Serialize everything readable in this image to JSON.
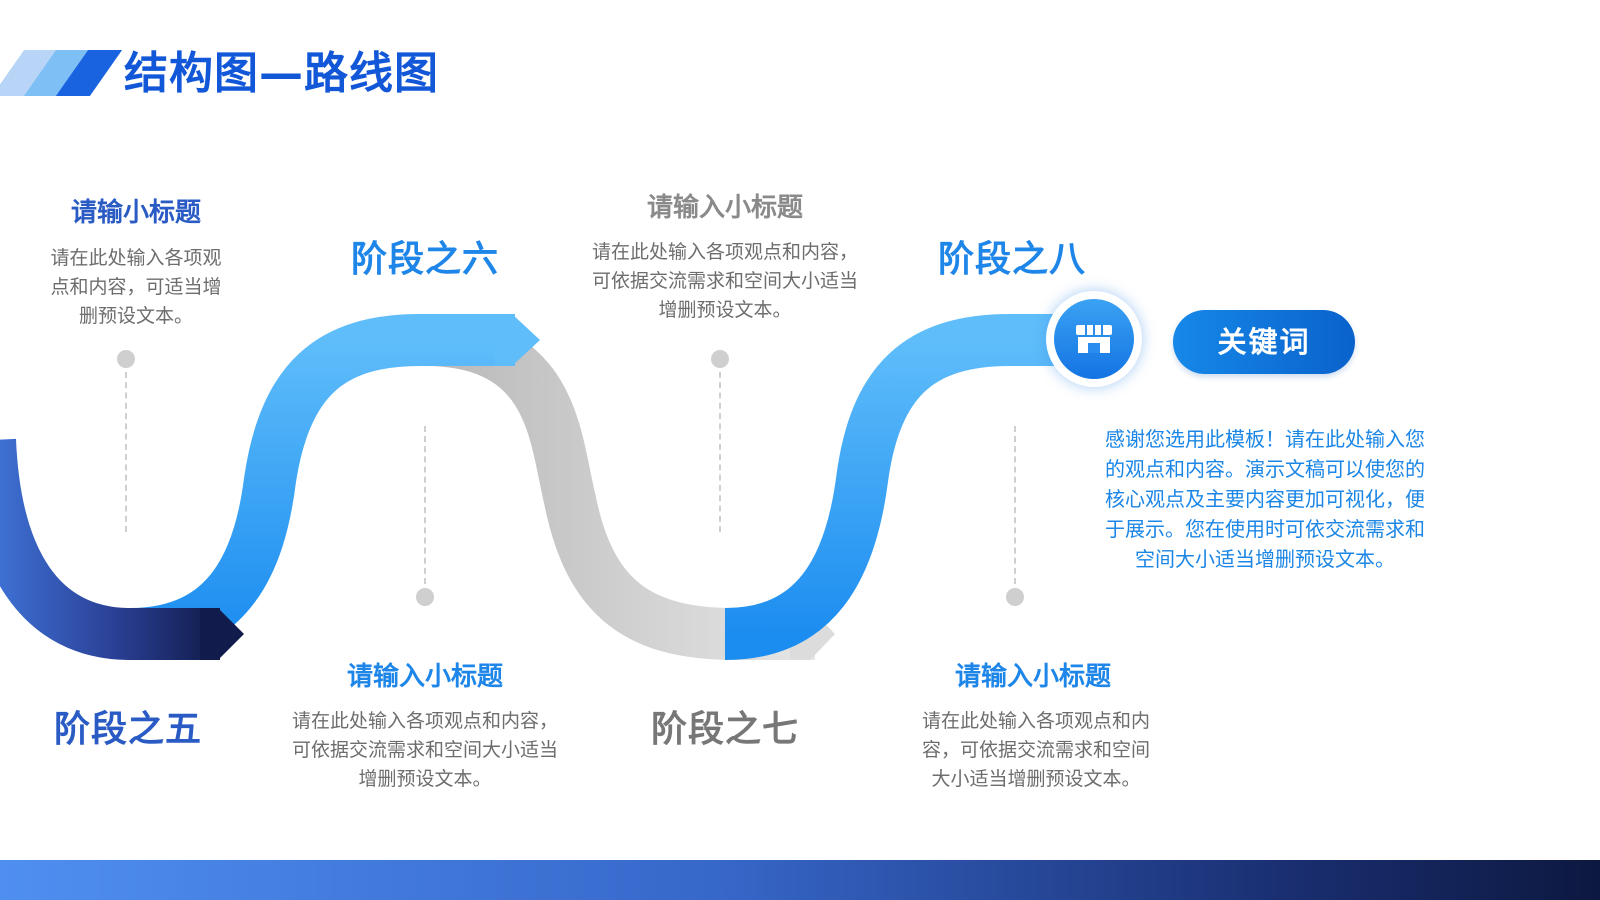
{
  "title": "结构图—路线图",
  "stages": {
    "s5": "阶段之五",
    "s6": "阶段之六",
    "s7": "阶段之七",
    "s8": "阶段之八"
  },
  "items": {
    "a": {
      "subtitle": "请输小标题",
      "text": [
        "请在此处输入各项观",
        "点和内容，可适当增",
        "删预设文本。"
      ]
    },
    "b": {
      "subtitle": "请输入小标题",
      "text": [
        "请在此处输入各项观点和内容，",
        "可依据交流需求和空间大小适当",
        "增删预设文本。"
      ]
    },
    "c": {
      "subtitle": "请输入小标题",
      "text": [
        "请在此处输入各项观点和内容，",
        "可依据交流需求和空间大小适当",
        "增删预设文本。"
      ]
    },
    "d": {
      "subtitle": "请输入小标题",
      "text": [
        "请在此处输入各项观点和内",
        "容，可依据交流需求和空间",
        "大小适当增删预设文本。"
      ]
    }
  },
  "keyword": "关键词",
  "thanks": [
    "感谢您选用此模板！请在此处输入您",
    "的观点和内容。演示文稿可以使您的",
    "核心观点及主要内容更加可视化，便",
    "于展示。您在使用时可依交流需求和",
    "空间大小适当增删预设文本。"
  ],
  "icons": {
    "keyword_icon": "store-icon"
  },
  "colors": {
    "accent": "#1257d8",
    "light_blue": "#1e86e8",
    "gray_road": "#c4c4c4",
    "navy": "#14205a"
  }
}
